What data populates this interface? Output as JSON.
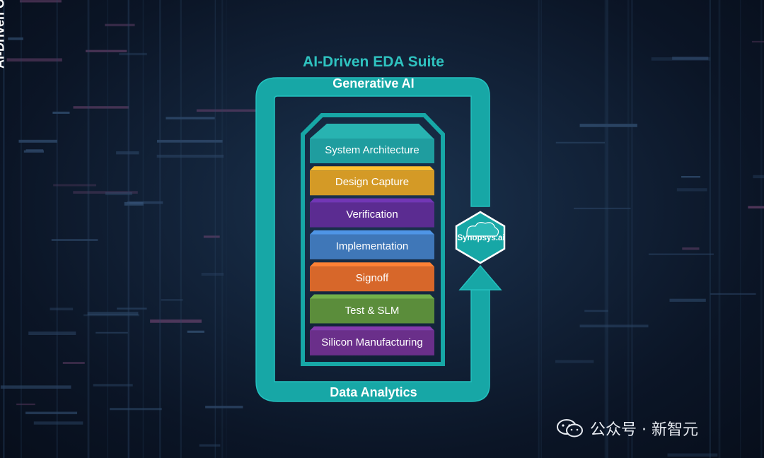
{
  "diagram": {
    "title": "AI-Driven EDA Suite",
    "loop_top_label": "Generative AI",
    "loop_left_label": "AI-Driven Optimization",
    "loop_bottom_label": "Data Analytics",
    "hub_label": "Synopsys.ai",
    "stack": [
      {
        "label": "System Architecture",
        "color": "#1f9d9f"
      },
      {
        "label": "Design Capture",
        "color": "#d49a26"
      },
      {
        "label": "Verification",
        "color": "#5b2c91"
      },
      {
        "label": "Implementation",
        "color": "#3f77b8"
      },
      {
        "label": "Signoff",
        "color": "#d7672a"
      },
      {
        "label": "Test & SLM",
        "color": "#5b8d3b"
      },
      {
        "label": "Silicon Manufacturing",
        "color": "#6a2f8a"
      }
    ]
  },
  "colors": {
    "accent_teal": "#17a7a6",
    "title_teal": "#2fc3c0",
    "background": "#0b1526"
  },
  "watermark": {
    "icon": "wechat-icon",
    "text": "公众号 · 新智元"
  }
}
